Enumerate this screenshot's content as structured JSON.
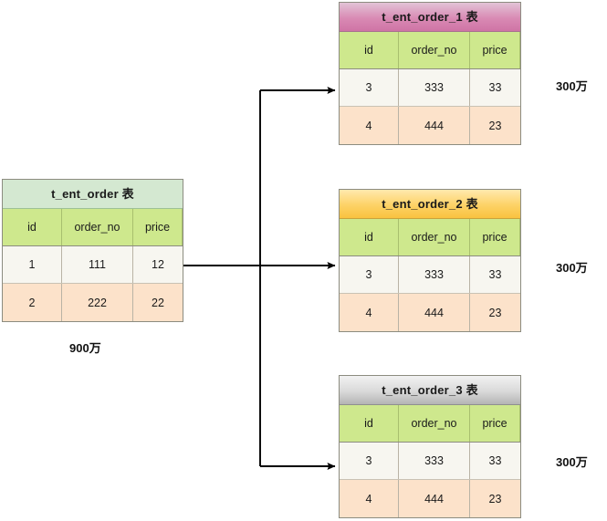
{
  "diagram": {
    "type": "database-sharding-diagram",
    "source_table": {
      "title": "t_ent_order 表",
      "columns": [
        "id",
        "order_no",
        "price"
      ],
      "rows": [
        [
          "1",
          "111",
          "12"
        ],
        [
          "2",
          "222",
          "22"
        ]
      ],
      "row_count_label": "900万",
      "header_color": "#d4e8d1",
      "column_header_color": "#cee88d"
    },
    "shard_tables": [
      {
        "title": "t_ent_order_1 表",
        "columns": [
          "id",
          "order_no",
          "price"
        ],
        "rows": [
          [
            "3",
            "333",
            "33"
          ],
          [
            "4",
            "444",
            "23"
          ]
        ],
        "row_count_label": "300万",
        "header_color": "#d98ab4"
      },
      {
        "title": "t_ent_order_2 表",
        "columns": [
          "id",
          "order_no",
          "price"
        ],
        "rows": [
          [
            "3",
            "333",
            "33"
          ],
          [
            "4",
            "444",
            "23"
          ]
        ],
        "row_count_label": "300万",
        "header_color": "#fdd266"
      },
      {
        "title": "t_ent_order_3 表",
        "columns": [
          "id",
          "order_no",
          "price"
        ],
        "rows": [
          [
            "3",
            "333",
            "33"
          ],
          [
            "4",
            "444",
            "23"
          ]
        ],
        "row_count_label": "300万",
        "header_color": "#d9d9d9"
      }
    ],
    "connectors": {
      "style": "orthogonal-arrow",
      "color": "#000000",
      "branch_count": 3
    },
    "palette": {
      "row_odd": "#f7f6f0",
      "row_even": "#fce2ca",
      "border": "#8c8c80"
    }
  }
}
